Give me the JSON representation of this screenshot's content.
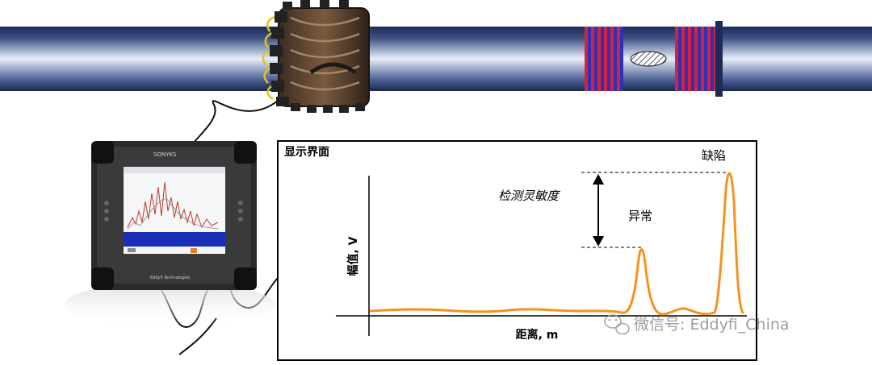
{
  "panel": {
    "title": "显示界面",
    "y_axis_label": "幅值, V",
    "x_axis_label": "距离, m",
    "sensitivity_label": "检测灵敏度",
    "anomaly_label": "异常",
    "defect_label": "缺陷"
  },
  "instrument": {
    "brand": "SONYKS",
    "maker": "Eddyfi Technologies"
  },
  "watermark": {
    "text": "微信号: Eddyfi_China"
  },
  "colors": {
    "pipe_dark": "#1c2b55",
    "pipe_light": "#e8eef8",
    "signal": "#f5921e",
    "band_red": "#d8203a",
    "band_blue": "#2a33b8"
  }
}
